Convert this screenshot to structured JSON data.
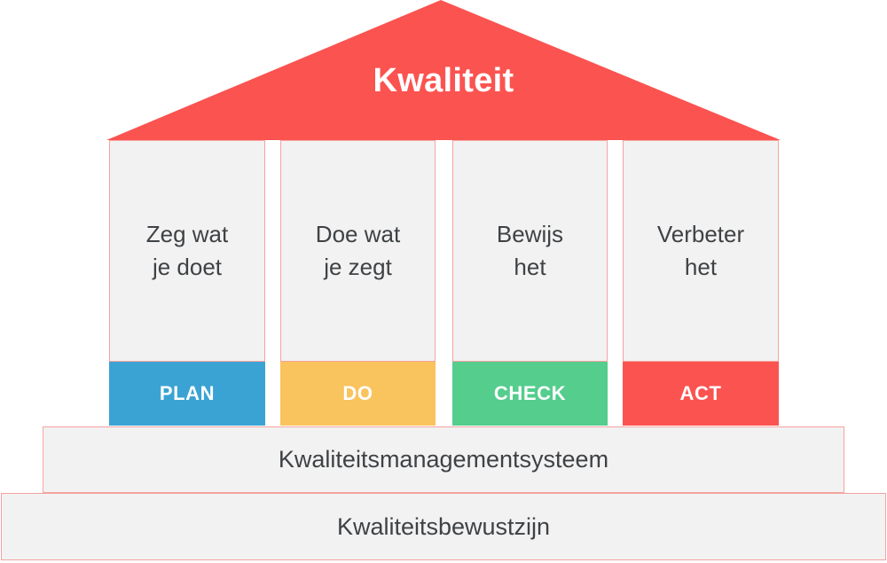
{
  "diagram": {
    "title": "Kwaliteit",
    "roof_color": "#FB5350",
    "pillar_fill": "#F2F2F2",
    "pillar_border": "#F5A3A0",
    "text_color": "#3F4245"
  },
  "pillars": [
    {
      "id": "plan",
      "line1": "Zeg wat",
      "line2": "je doet",
      "text": "Zeg wat\nje doet"
    },
    {
      "id": "do",
      "line1": "Doe wat",
      "line2": "je zegt",
      "text": "Doe wat\nje zegt"
    },
    {
      "id": "check",
      "line1": "Bewijs",
      "line2": "het",
      "text": "Bewijs\nhet"
    },
    {
      "id": "act",
      "line1": "Verbeter",
      "line2": "het",
      "text": "Verbeter\nhet"
    }
  ],
  "pdca": [
    {
      "id": "plan",
      "label": "PLAN",
      "color": "#3BA3D4"
    },
    {
      "id": "do",
      "label": "DO",
      "color": "#F9C35E"
    },
    {
      "id": "check",
      "label": "CHECK",
      "color": "#54CD8D"
    },
    {
      "id": "act",
      "label": "ACT",
      "color": "#FB5350"
    }
  ],
  "foundations": [
    {
      "id": "system",
      "label": "Kwaliteitsmanagementsysteem"
    },
    {
      "id": "awareness",
      "label": "Kwaliteitsbewustzijn"
    }
  ]
}
